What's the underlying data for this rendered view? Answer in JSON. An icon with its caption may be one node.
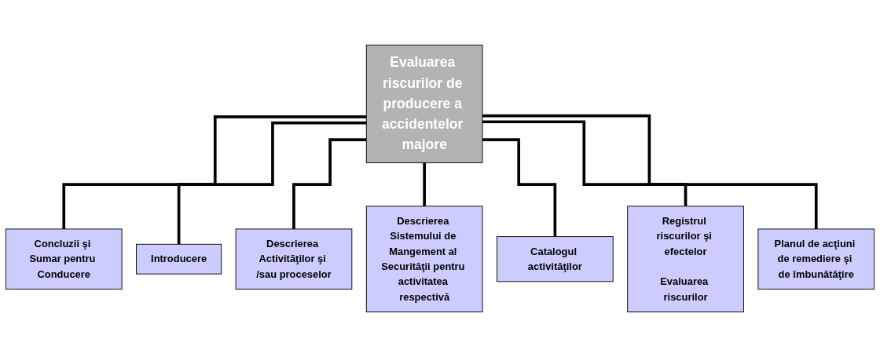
{
  "diagram": {
    "nodes": [
      {
        "text": [
          "Evaluarea riscurilor de producere a accidentelor majore"
        ]
      },
      {
        "text": [
          "Concluzii şi Sumar pentru Conducere"
        ]
      },
      {
        "text": [
          "Introducere"
        ]
      },
      {
        "text": [
          "Descrierea Activităţilor şi /sau proceselor"
        ]
      },
      {
        "text": [
          "Descrierea Sistemului de Mangement al Securităţii pentru activitatea respectivă"
        ]
      },
      {
        "text": [
          "Catalogul activităţilor"
        ]
      },
      {
        "text": [
          "Registrul riscurilor şi efectelor",
          "Evaluarea riscurilor"
        ]
      },
      {
        "text": [
          "Planul de acţiuni de remediere şi de îmbunătăţire"
        ]
      }
    ],
    "edges": [
      {
        "from": 0,
        "to": 1,
        "arrow": "none"
      },
      {
        "from": 0,
        "to": 2,
        "arrow": "none"
      },
      {
        "from": 0,
        "to": 3,
        "arrow": "none"
      },
      {
        "from": 0,
        "to": 4,
        "arrow": "none"
      },
      {
        "from": 0,
        "to": 5,
        "arrow": "none"
      },
      {
        "from": 0,
        "to": 6,
        "arrow": "none"
      },
      {
        "from": 0,
        "to": 7,
        "arrow": "none"
      }
    ]
  }
}
